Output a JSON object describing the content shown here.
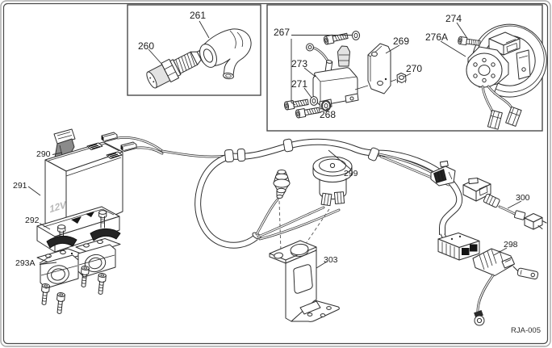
{
  "diagram": {
    "code": "RJA-005",
    "battery_voltage_label": "12V",
    "callouts": {
      "c260": {
        "text": "260",
        "part": "spark-plug"
      },
      "c261": {
        "text": "261",
        "part": "spark-plug-cap"
      },
      "c267": {
        "text": "267",
        "part": "coil-mounting-bolts"
      },
      "c268": {
        "text": "268",
        "part": "washer-nut"
      },
      "c269": {
        "text": "269",
        "part": "coil-bracket"
      },
      "c270": {
        "text": "270",
        "part": "flange-nut"
      },
      "c271": {
        "text": "271",
        "part": "washers"
      },
      "c273": {
        "text": "273",
        "part": "ignition-coil"
      },
      "c274": {
        "text": "274",
        "part": "flywheel-bolt"
      },
      "c276A": {
        "text": "276A",
        "part": "flywheel-magneto"
      },
      "c290": {
        "text": "290",
        "part": "battery-strap"
      },
      "c291": {
        "text": "291",
        "part": "battery"
      },
      "c292": {
        "text": "292",
        "part": "battery-tray"
      },
      "c293A": {
        "text": "293A",
        "part": "handlebar-clamps"
      },
      "c298": {
        "text": "298",
        "part": "connector-lead"
      },
      "c299": {
        "text": "299",
        "part": "wiring-harness"
      },
      "c300": {
        "text": "300",
        "part": "jumper-lead"
      },
      "c303": {
        "text": "303",
        "part": "switch-bracket"
      }
    }
  }
}
